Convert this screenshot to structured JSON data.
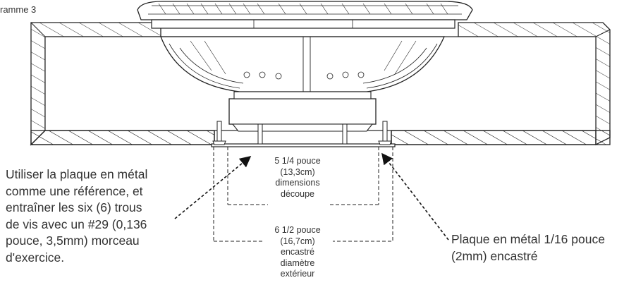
{
  "figure_label": "ramme 3",
  "left_note": {
    "lines": [
      "Utiliser la plaque en métal",
      "comme une référence, et",
      "entraîner les six (6) trous",
      "de vis avec un #29 (0,136",
      "pouce, 3,5mm) morceau",
      "d'exercice."
    ]
  },
  "right_note": {
    "lines": [
      "Plaque en métal 1/16 pouce",
      "(2mm) encastré"
    ]
  },
  "cutout_dimension": {
    "lines": [
      "5 1/4 pouce",
      "(13,3cm)",
      "dimensions",
      "découpe"
    ]
  },
  "outer_dimension": {
    "lines": [
      "6 1/2 pouce",
      "(16,7cm)",
      "encastré",
      "diamètre",
      "extérieur"
    ]
  },
  "colors": {
    "line": "#222222",
    "text": "#333333",
    "background": "#ffffff"
  }
}
